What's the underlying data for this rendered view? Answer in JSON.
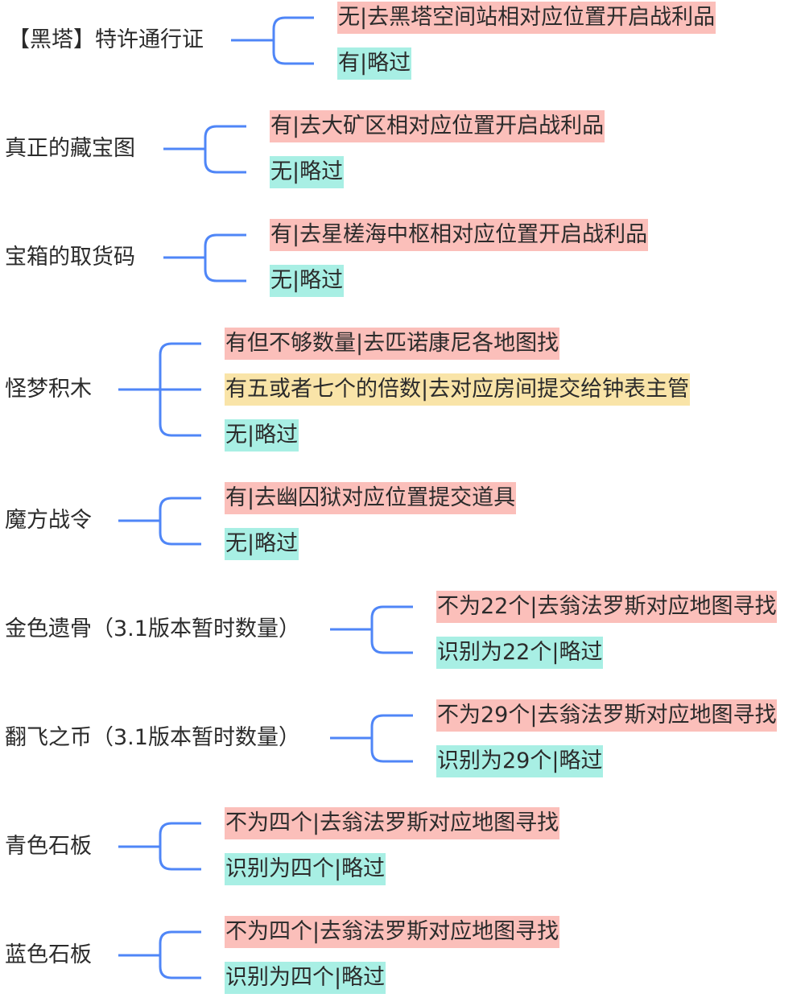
{
  "colors": {
    "line": "#4f86f7",
    "pink": "#fbbfba",
    "yellow": "#f9e4a8",
    "teal": "#a8efe4"
  },
  "groups": [
    {
      "root": "【黑塔】特许通行证",
      "children": [
        {
          "text": "无|去黑塔空间站相对应位置开启战利品",
          "color": "pink"
        },
        {
          "text": "有|略过",
          "color": "teal"
        }
      ]
    },
    {
      "root": "真正的藏宝图",
      "children": [
        {
          "text": "有|去大矿区相对应位置开启战利品",
          "color": "pink"
        },
        {
          "text": "无|略过",
          "color": "teal"
        }
      ]
    },
    {
      "root": "宝箱的取货码",
      "children": [
        {
          "text": "有|去星槎海中枢相对应位置开启战利品",
          "color": "pink"
        },
        {
          "text": "无|略过",
          "color": "teal"
        }
      ]
    },
    {
      "root": "怪梦积木",
      "children": [
        {
          "text": "有但不够数量|去匹诺康尼各地图找",
          "color": "pink"
        },
        {
          "text": "有五或者七个的倍数|去对应房间提交给钟表主管",
          "color": "yellow"
        },
        {
          "text": "无|略过",
          "color": "teal"
        }
      ]
    },
    {
      "root": "魔方战令",
      "children": [
        {
          "text": "有|去幽囚狱对应位置提交道具",
          "color": "pink"
        },
        {
          "text": "无|略过",
          "color": "teal"
        }
      ]
    },
    {
      "root": "金色遗骨（3.1版本暂时数量）",
      "children": [
        {
          "text": "不为22个|去翁法罗斯对应地图寻找",
          "color": "pink"
        },
        {
          "text": "识别为22个|略过",
          "color": "teal"
        }
      ]
    },
    {
      "root": "翻飞之币（3.1版本暂时数量）",
      "children": [
        {
          "text": "不为29个|去翁法罗斯对应地图寻找",
          "color": "pink"
        },
        {
          "text": "识别为29个|略过",
          "color": "teal"
        }
      ]
    },
    {
      "root": "青色石板",
      "children": [
        {
          "text": "不为四个|去翁法罗斯对应地图寻找",
          "color": "pink"
        },
        {
          "text": "识别为四个|略过",
          "color": "teal"
        }
      ]
    },
    {
      "root": "蓝色石板",
      "children": [
        {
          "text": "不为四个|去翁法罗斯对应地图寻找",
          "color": "pink"
        },
        {
          "text": "识别为四个|略过",
          "color": "teal"
        }
      ]
    }
  ]
}
